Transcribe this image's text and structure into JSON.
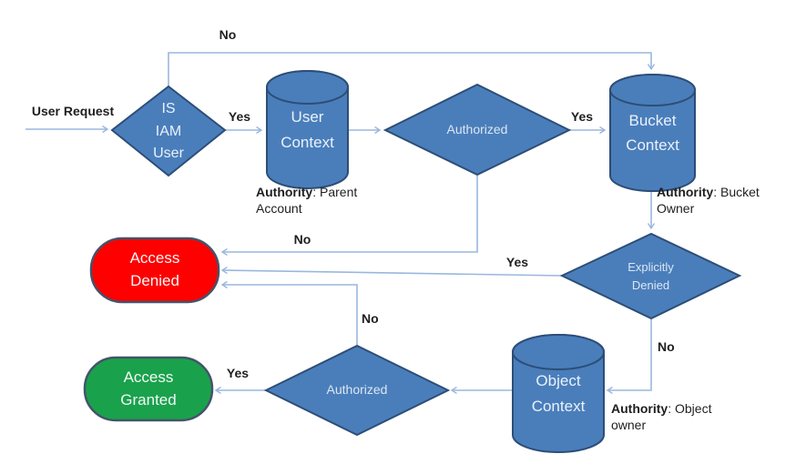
{
  "colors": {
    "shape_fill": "#4a7ebb",
    "shape_stroke": "#2d4e77",
    "connector": "#9ab7dd",
    "denied_fill": "#fe0000",
    "granted_fill": "#19a24b",
    "terminal_stroke": "#44546a",
    "label_text": "#1f1f1f",
    "shape_text": "#eaf1fa"
  },
  "nodes": {
    "is_iam_user": {
      "line1": "IS",
      "line2": "IAM",
      "line3": "User"
    },
    "user_context": {
      "line1": "User",
      "line2": "Context"
    },
    "authorized_top": {
      "label": "Authorized"
    },
    "bucket_context": {
      "line1": "Bucket",
      "line2": "Context"
    },
    "explicitly_denied": {
      "line1": "Explicitly",
      "line2": "Denied"
    },
    "object_context": {
      "line1": "Object",
      "line2": "Context"
    },
    "authorized_bottom": {
      "label": "Authorized"
    },
    "access_denied": {
      "line1": "Access",
      "line2": "Denied"
    },
    "access_granted": {
      "line1": "Access",
      "line2": "Granted"
    }
  },
  "edge_labels": {
    "user_request": "User Request",
    "no_top": "No",
    "yes_iam": "Yes",
    "yes_authorized_top": "Yes",
    "no_authorized_top": "No",
    "yes_explicitly_denied": "Yes",
    "no_explicitly_denied": "No",
    "no_authorized_bottom": "No",
    "yes_authorized_bottom": "Yes"
  },
  "captions": {
    "user_context_authority": {
      "bold": "Authority",
      "rest": ": Parent Account"
    },
    "bucket_context_authority": {
      "bold": "Authority",
      "rest": ": Bucket Owner"
    },
    "object_context_authority": {
      "bold": "Authority",
      "rest": ": Object owner"
    }
  }
}
